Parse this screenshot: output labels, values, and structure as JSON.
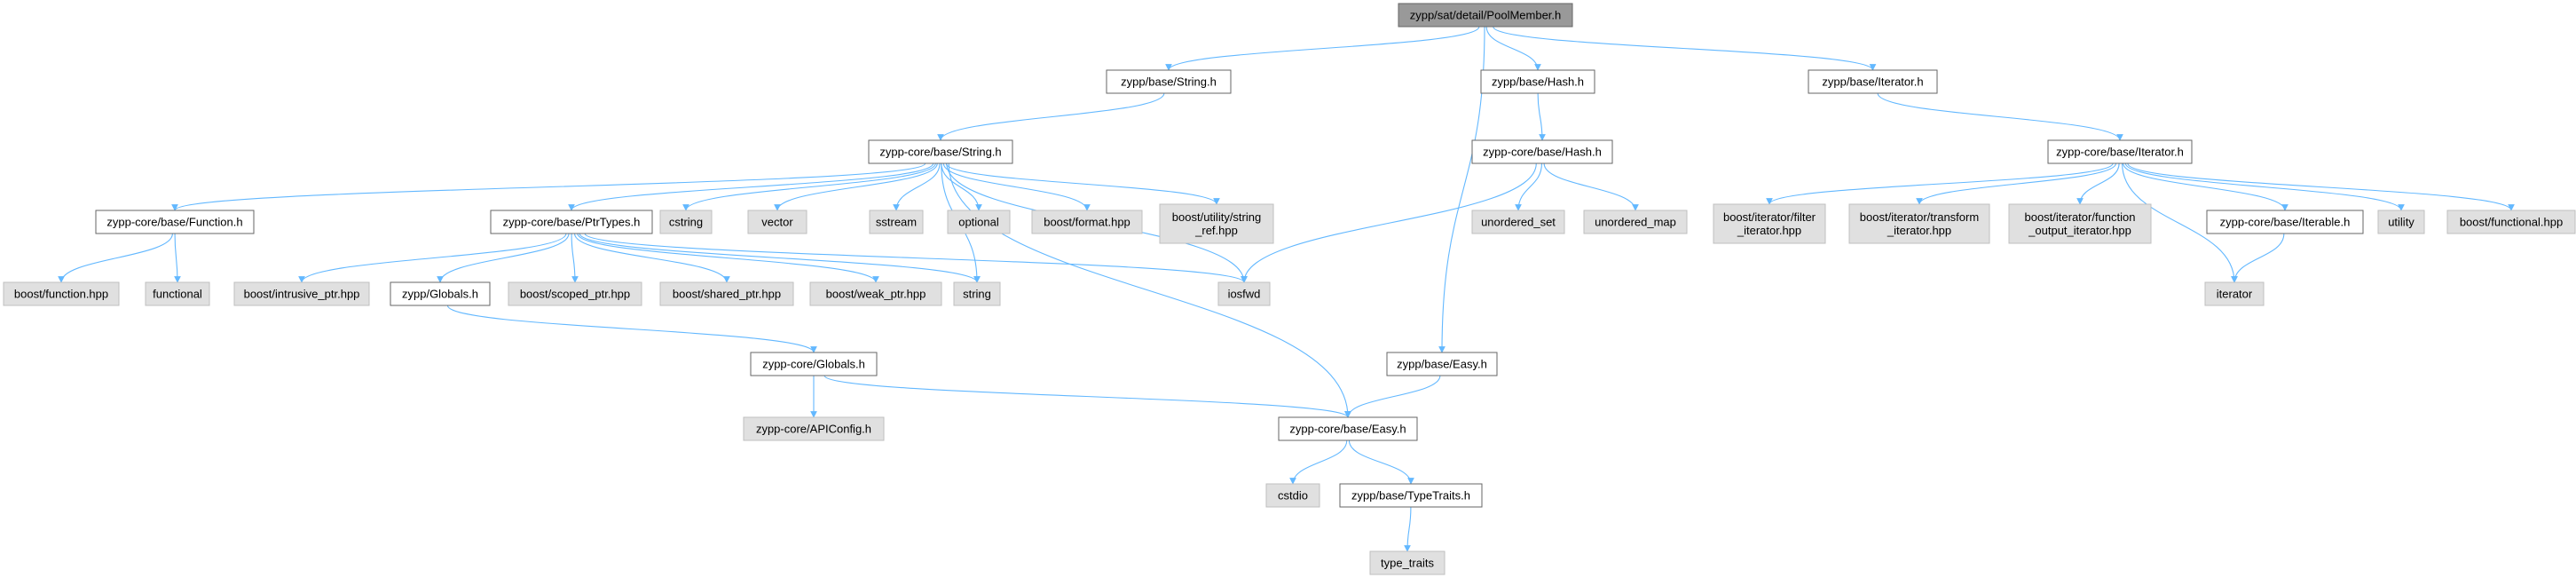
{
  "colors": {
    "edge": "#63b8ff",
    "root_fill": "#999999",
    "node_fill": "#ffffff",
    "external_fill": "#e0e0e0",
    "border": "#666666",
    "external_border": "#bfbfbf"
  },
  "nodes": [
    {
      "id": "root",
      "label": "zypp/sat/detail/PoolMember.h",
      "kind": "root",
      "lines": [
        "zypp/sat/detail/PoolMember.h"
      ]
    },
    {
      "id": "zb_string",
      "label": "zypp/base/String.h",
      "kind": "doc",
      "lines": [
        "zypp/base/String.h"
      ]
    },
    {
      "id": "zb_hash",
      "label": "zypp/base/Hash.h",
      "kind": "doc",
      "lines": [
        "zypp/base/Hash.h"
      ]
    },
    {
      "id": "zb_iterator",
      "label": "zypp/base/Iterator.h",
      "kind": "doc",
      "lines": [
        "zypp/base/Iterator.h"
      ]
    },
    {
      "id": "zcb_string",
      "label": "zypp-core/base/String.h",
      "kind": "doc",
      "lines": [
        "zypp-core/base/String.h"
      ]
    },
    {
      "id": "zcb_hash",
      "label": "zypp-core/base/Hash.h",
      "kind": "doc",
      "lines": [
        "zypp-core/base/Hash.h"
      ]
    },
    {
      "id": "zcb_iterator",
      "label": "zypp-core/base/Iterator.h",
      "kind": "doc",
      "lines": [
        "zypp-core/base/Iterator.h"
      ]
    },
    {
      "id": "zcb_function",
      "label": "zypp-core/base/Function.h",
      "kind": "doc",
      "lines": [
        "zypp-core/base/Function.h"
      ]
    },
    {
      "id": "zcb_ptrtypes",
      "label": "zypp-core/base/PtrTypes.h",
      "kind": "doc",
      "lines": [
        "zypp-core/base/PtrTypes.h"
      ]
    },
    {
      "id": "cstring",
      "label": "cstring",
      "kind": "ext",
      "lines": [
        "cstring"
      ]
    },
    {
      "id": "vector",
      "label": "vector",
      "kind": "ext",
      "lines": [
        "vector"
      ]
    },
    {
      "id": "sstream",
      "label": "sstream",
      "kind": "ext",
      "lines": [
        "sstream"
      ]
    },
    {
      "id": "optional",
      "label": "optional",
      "kind": "ext",
      "lines": [
        "optional"
      ]
    },
    {
      "id": "boost_format",
      "label": "boost/format.hpp",
      "kind": "ext",
      "lines": [
        "boost/format.hpp"
      ]
    },
    {
      "id": "boost_string_ref",
      "label": "boost/utility/string_ref.hpp",
      "kind": "ext",
      "lines": [
        "boost/utility/string",
        "_ref.hpp"
      ]
    },
    {
      "id": "unordered_set",
      "label": "unordered_set",
      "kind": "ext",
      "lines": [
        "unordered_set"
      ]
    },
    {
      "id": "unordered_map",
      "label": "unordered_map",
      "kind": "ext",
      "lines": [
        "unordered_map"
      ]
    },
    {
      "id": "boost_filter_it",
      "label": "boost/iterator/filter_iterator.hpp",
      "kind": "ext",
      "lines": [
        "boost/iterator/filter",
        "_iterator.hpp"
      ]
    },
    {
      "id": "boost_transform_it",
      "label": "boost/iterator/transform_iterator.hpp",
      "kind": "ext",
      "lines": [
        "boost/iterator/transform",
        "_iterator.hpp"
      ]
    },
    {
      "id": "boost_function_out_it",
      "label": "boost/iterator/function_output_iterator.hpp",
      "kind": "ext",
      "lines": [
        "boost/iterator/function",
        "_output_iterator.hpp"
      ]
    },
    {
      "id": "zcb_iterable",
      "label": "zypp-core/base/Iterable.h",
      "kind": "doc",
      "lines": [
        "zypp-core/base/Iterable.h"
      ]
    },
    {
      "id": "utility",
      "label": "utility",
      "kind": "ext",
      "lines": [
        "utility"
      ]
    },
    {
      "id": "boost_functional",
      "label": "boost/functional.hpp",
      "kind": "ext",
      "lines": [
        "boost/functional.hpp"
      ]
    },
    {
      "id": "boost_function",
      "label": "boost/function.hpp",
      "kind": "ext",
      "lines": [
        "boost/function.hpp"
      ]
    },
    {
      "id": "functional",
      "label": "functional",
      "kind": "ext",
      "lines": [
        "functional"
      ]
    },
    {
      "id": "boost_intrusive",
      "label": "boost/intrusive_ptr.hpp",
      "kind": "ext",
      "lines": [
        "boost/intrusive_ptr.hpp"
      ]
    },
    {
      "id": "zypp_globals",
      "label": "zypp/Globals.h",
      "kind": "doc",
      "lines": [
        "zypp/Globals.h"
      ]
    },
    {
      "id": "boost_scoped",
      "label": "boost/scoped_ptr.hpp",
      "kind": "ext",
      "lines": [
        "boost/scoped_ptr.hpp"
      ]
    },
    {
      "id": "boost_shared",
      "label": "boost/shared_ptr.hpp",
      "kind": "ext",
      "lines": [
        "boost/shared_ptr.hpp"
      ]
    },
    {
      "id": "boost_weak",
      "label": "boost/weak_ptr.hpp",
      "kind": "ext",
      "lines": [
        "boost/weak_ptr.hpp"
      ]
    },
    {
      "id": "string",
      "label": "string",
      "kind": "ext",
      "lines": [
        "string"
      ]
    },
    {
      "id": "iosfwd",
      "label": "iosfwd",
      "kind": "ext",
      "lines": [
        "iosfwd"
      ]
    },
    {
      "id": "iterator",
      "label": "iterator",
      "kind": "ext",
      "lines": [
        "iterator"
      ]
    },
    {
      "id": "zypp_core_globals",
      "label": "zypp-core/Globals.h",
      "kind": "doc",
      "lines": [
        "zypp-core/Globals.h"
      ]
    },
    {
      "id": "zb_easy",
      "label": "zypp/base/Easy.h",
      "kind": "doc",
      "lines": [
        "zypp/base/Easy.h"
      ]
    },
    {
      "id": "zc_apiconfig",
      "label": "zypp-core/APIConfig.h",
      "kind": "ext",
      "lines": [
        "zypp-core/APIConfig.h"
      ]
    },
    {
      "id": "zcb_easy",
      "label": "zypp-core/base/Easy.h",
      "kind": "doc",
      "lines": [
        "zypp-core/base/Easy.h"
      ]
    },
    {
      "id": "cstdio",
      "label": "cstdio",
      "kind": "ext",
      "lines": [
        "cstdio"
      ]
    },
    {
      "id": "zb_typetraits",
      "label": "zypp/base/TypeTraits.h",
      "kind": "doc",
      "lines": [
        "zypp/base/TypeTraits.h"
      ]
    },
    {
      "id": "type_traits",
      "label": "type_traits",
      "kind": "ext",
      "lines": [
        "type_traits"
      ]
    }
  ],
  "edges": [
    [
      "root",
      "zb_string"
    ],
    [
      "root",
      "zb_hash"
    ],
    [
      "root",
      "zb_iterator"
    ],
    [
      "root",
      "zb_easy"
    ],
    [
      "zb_string",
      "zcb_string"
    ],
    [
      "zcb_string",
      "zcb_function"
    ],
    [
      "zcb_string",
      "zcb_ptrtypes"
    ],
    [
      "zcb_string",
      "cstring"
    ],
    [
      "zcb_string",
      "vector"
    ],
    [
      "zcb_string",
      "sstream"
    ],
    [
      "zcb_string",
      "optional"
    ],
    [
      "zcb_string",
      "boost_format"
    ],
    [
      "zcb_string",
      "boost_string_ref"
    ],
    [
      "zcb_string",
      "string"
    ],
    [
      "zcb_string",
      "iosfwd"
    ],
    [
      "zcb_string",
      "zcb_easy"
    ],
    [
      "zcb_function",
      "boost_function"
    ],
    [
      "zcb_function",
      "functional"
    ],
    [
      "zcb_ptrtypes",
      "boost_intrusive"
    ],
    [
      "zcb_ptrtypes",
      "zypp_globals"
    ],
    [
      "zcb_ptrtypes",
      "boost_scoped"
    ],
    [
      "zcb_ptrtypes",
      "boost_shared"
    ],
    [
      "zcb_ptrtypes",
      "boost_weak"
    ],
    [
      "zcb_ptrtypes",
      "string"
    ],
    [
      "zcb_ptrtypes",
      "iosfwd"
    ],
    [
      "zypp_globals",
      "zypp_core_globals"
    ],
    [
      "zypp_core_globals",
      "zc_apiconfig"
    ],
    [
      "zypp_core_globals",
      "zcb_easy"
    ],
    [
      "zb_hash",
      "zcb_hash"
    ],
    [
      "zcb_hash",
      "unordered_set"
    ],
    [
      "zcb_hash",
      "unordered_map"
    ],
    [
      "zcb_hash",
      "iosfwd"
    ],
    [
      "zb_iterator",
      "zcb_iterator"
    ],
    [
      "zcb_iterator",
      "boost_filter_it"
    ],
    [
      "zcb_iterator",
      "boost_transform_it"
    ],
    [
      "zcb_iterator",
      "boost_function_out_it"
    ],
    [
      "zcb_iterator",
      "zcb_iterable"
    ],
    [
      "zcb_iterator",
      "utility"
    ],
    [
      "zcb_iterator",
      "boost_functional"
    ],
    [
      "zcb_iterator",
      "iterator"
    ],
    [
      "zcb_iterable",
      "iterator"
    ],
    [
      "zb_easy",
      "zcb_easy"
    ],
    [
      "zcb_easy",
      "cstdio"
    ],
    [
      "zcb_easy",
      "zb_typetraits"
    ],
    [
      "zb_typetraits",
      "type_traits"
    ]
  ]
}
